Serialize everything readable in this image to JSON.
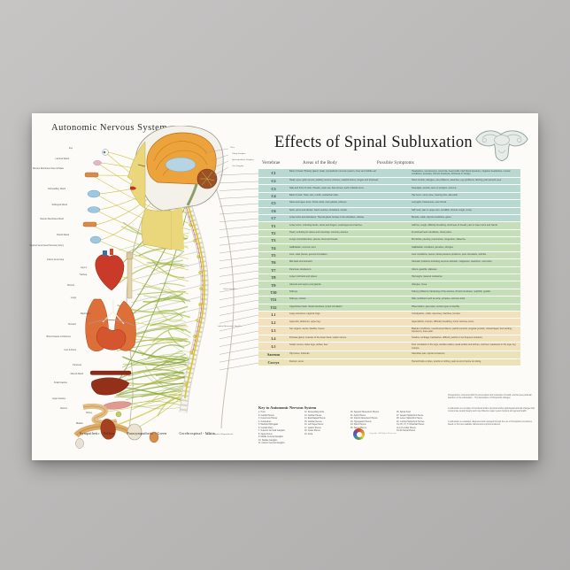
{
  "poster": {
    "left_title": "Autonomic Nervous System",
    "right_title": "Effects of Spinal Subluxation",
    "legend": [
      "Sympathetic - Yellow",
      "Parasympathetic - Green",
      "Cerebrospinal - White"
    ],
    "colors": {
      "cervical_rows": "#b7d9d0",
      "thoracic_rows": "#c5dfb9",
      "lumbar_rows": "#f3e0bd",
      "sacrum_coccyx_rows": "#ece2b8",
      "sympathetic_yellow": "#d8c42c",
      "parasympathetic_green": "#7a9c2e",
      "cerebrospinal_white": "#ffffff"
    }
  },
  "figure": {
    "organ_labels": [
      "Eye",
      "Lacrimal Gland",
      "Mucous Membrane Nose & Palate",
      "Submaxillary Gland",
      "Sublingual Gland",
      "Mucous Membrane Mouth",
      "Parotid Gland",
      "Superior Vena Cava Pulmonary Artery",
      "Inferior Vena Cava",
      "Larynx",
      "Trachea",
      "Bronchi",
      "Lungs",
      "Diaphragm",
      "Stomach",
      "Blood Vessels of Abdomen",
      "Liver & Ducts",
      "Pancreas",
      "Adrenal Gland",
      "Small Intestine",
      "Large Intestine",
      "Rectum",
      "Kidney",
      "Bladder"
    ],
    "head_labels": [
      "Pons",
      "Ciliary Ganglion",
      "Sphenopalatine Ganglion",
      "Otic Ganglion"
    ],
    "trunk_labels": [
      "Celiac Ganglion",
      "Inferior Mesenteric Ganglion",
      "Internal Organs of Reproduction"
    ]
  },
  "table": {
    "headers": [
      "Vertebrae",
      "Areas of the Body",
      "Possible Symptoms"
    ],
    "rows": [
      {
        "vertebra": "C1",
        "section": "c",
        "areas": "Back of head. Pituitary gland, scalp, sympathetic nervous system, inner and middle ear.",
        "symptoms": "Headaches, nervousness, insomnia, head colds, high blood pressure, migraine headaches, mental conditions, amnesia, chronic tiredness, dizziness or vertigo."
      },
      {
        "vertebra": "C2",
        "section": "c",
        "areas": "Head, eyes, optic nerves, auditory nerves, sinuses, mastoid bones, tongue and forehead.",
        "symptoms": "Sinus trouble, allergies, ear problems, earaches, eye problems, fainting, pain around eyes."
      },
      {
        "vertebra": "C3",
        "section": "c",
        "areas": "Side and front of neck. Cheeks, outer ear, face bones, teeth, trifacial nerve.",
        "symptoms": "Neuralgia, neuritis, acne or pimples, eczema."
      },
      {
        "vertebra": "C4",
        "section": "c",
        "areas": "Back of neck. Nose, lips, mouth, eustachian tube.",
        "symptoms": "Hay fever, runny nose, hearing loss, adenoids."
      },
      {
        "vertebra": "C5",
        "section": "c",
        "areas": "Neck and upper arms. Vocal cords, neck glands, pharynx.",
        "symptoms": "Laryngitis, hoarseness, sore throat."
      },
      {
        "vertebra": "C6",
        "section": "c",
        "areas": "Neck, arms and elbows. Neck muscles, shoulders, tonsils.",
        "symptoms": "Stiff neck, pain in upper arm, tonsillitis, chronic cough, croup."
      },
      {
        "vertebra": "C7",
        "section": "c",
        "areas": "Lower arms and shoulders. Thyroid gland, bursae in the shoulders, elbows.",
        "symptoms": "Bursitis, colds, thyroid conditions, goiter."
      },
      {
        "vertebra": "T1",
        "section": "t",
        "areas": "Lower arms, including hands, wrists and fingers; esophagus and trachea.",
        "symptoms": "Asthma, cough, difficulty breathing, shortness of breath, pain in lower arms and hands."
      },
      {
        "vertebra": "T2",
        "section": "t",
        "areas": "Heart, including its valves and coverings; coronary arteries.",
        "symptoms": "Functional heart conditions, chest pains."
      },
      {
        "vertebra": "T3",
        "section": "t",
        "areas": "Lungs, bronchial tubes, pleura, chest and breast.",
        "symptoms": "Bronchitis, pleurisy, pneumonia, congestion, influenza."
      },
      {
        "vertebra": "T4",
        "section": "t",
        "areas": "Gallbladder, common duct.",
        "symptoms": "Gallbladder conditions, jaundice, shingles."
      },
      {
        "vertebra": "T5",
        "section": "t",
        "areas": "Liver, solar plexus, general circulation.",
        "symptoms": "Liver conditions, fevers, blood pressure problems, poor circulation, arthritis."
      },
      {
        "vertebra": "T6",
        "section": "t",
        "areas": "Mid-back and stomach.",
        "symptoms": "Stomach problems including nervous stomach, indigestion, heartburn, and reflux."
      },
      {
        "vertebra": "T7",
        "section": "t",
        "areas": "Pancreas, duodenum.",
        "symptoms": "Ulcers, gastritis, diabetes."
      },
      {
        "vertebra": "T8",
        "section": "t",
        "areas": "Lower mid-back and spleen.",
        "symptoms": "Hiccoughs, lowered resistance."
      },
      {
        "vertebra": "T9",
        "section": "t",
        "areas": "Adrenal and supra-renal glands.",
        "symptoms": "Allergies, hives."
      },
      {
        "vertebra": "T10",
        "section": "t",
        "areas": "Kidneys.",
        "symptoms": "Kidney problems, hardening of the arteries, chronic tiredness, nephritis, pyelitis."
      },
      {
        "vertebra": "T11",
        "section": "t",
        "areas": "Kidneys, ureters.",
        "symptoms": "Skin conditions such as acne, pimples, eczema, boils."
      },
      {
        "vertebra": "T12",
        "section": "t",
        "areas": "Upper/lower back. Small intestines, lymph circulation.",
        "symptoms": "Rheumatism, gas pains, certain types of sterility."
      },
      {
        "vertebra": "L1",
        "section": "l",
        "areas": "Large intestines, inguinal rings.",
        "symptoms": "Constipation, colitis, dysentery, diarrhea, hernias."
      },
      {
        "vertebra": "L2",
        "section": "l",
        "areas": "Appendix, abdomen, upper leg.",
        "symptoms": "Appendicitis, cramps, difficulty breathing, minor varicose veins."
      },
      {
        "vertebra": "L3",
        "section": "l",
        "areas": "Sex organs, uterus, bladder, knees.",
        "symptoms": "Bladder conditions, menstrual problems, painful periods, irregular periods, miscarriages, bed wetting, impotency, knee pain."
      },
      {
        "vertebra": "L4",
        "section": "l",
        "areas": "Prostate gland, muscles of the lower back, sciatic nerves.",
        "symptoms": "Sciatica, lumbago, backaches, difficult, painful or too frequent urination."
      },
      {
        "vertebra": "L5",
        "section": "l",
        "areas": "Sciatic nerves, lower legs, ankles, feet.",
        "symptoms": "Poor circulation in the legs, swollen ankles, weak ankles and arches, cold feet, weakness in the legs, leg cramps."
      },
      {
        "vertebra": "Sacrum",
        "section": "s",
        "areas": "Hip bones, buttocks.",
        "symptoms": "Sacroiliac pain, spinal curvatures."
      },
      {
        "vertebra": "Coccyx",
        "section": "s",
        "areas": "Rectum, anus.",
        "symptoms": "Hemorrhoids or piles, pruritis or itching, pain at end of spine on sitting."
      }
    ]
  },
  "key": {
    "title": "Key to Autonomic Nervous System",
    "columns": [
      [
        "1. Pons",
        "2. Carotid Plexus",
        "3. Cavernous Plexus",
        "4. Cerebellum",
        "5. Medulla Oblongata",
        "6. Carotid Artery",
        "7. Superior Cervical Ganglion",
        "8. Vagus Nerve",
        "9. Middle Cervical Ganglion",
        "10. Stellate Ganglion",
        "11. Inferior Cervical Ganglion"
      ],
      [
        "12. Descending Aorta",
        "13. Cardiac Plexus",
        "14. Esophageal Plexus",
        "15. Cardiac Nerves",
        "16. Left Vagus Nerve",
        "17. Gastric Plexus",
        "18. Celiac Plexus",
        "19. Aorta"
      ],
      [
        "20. Superior Mesenteric Plexus",
        "21. Aortic Plexus",
        "22. Inferior Mesenteric Plexus",
        "23. Hypogastric Plexus",
        "24. Pelvic Plexus",
        "25. Sacral Plexus"
      ],
      [
        "26. Spinal Cord",
        "27. Greater Splanchnic Nerve",
        "28. Lesser Splanchnic Nerve",
        "29. Lumbar Splanchnic Nerves",
        "C1-C5, C7, T1 Brachial Plexus",
        "L1-L4 Lumbar Plexus",
        "S1-S4 Sacral Plexus"
      ]
    ]
  },
  "footer": {
    "copyright": "Copyright - All Rights Reserved",
    "fine_print": [
      "Chiropractic is concerned with the preservation and restoration of health, and focuses particular attention on the subluxation. - The Association of Chiropractic Colleges",
      "A subluxation is a complex of functional and/or structural and/or pathological articular changes that compromise neural integrity and may influence organ system function and general health.",
      "A subluxation is evaluated, diagnosed and managed through the use of chiropractic procedures based on the best available rational and empirical evidence."
    ]
  }
}
